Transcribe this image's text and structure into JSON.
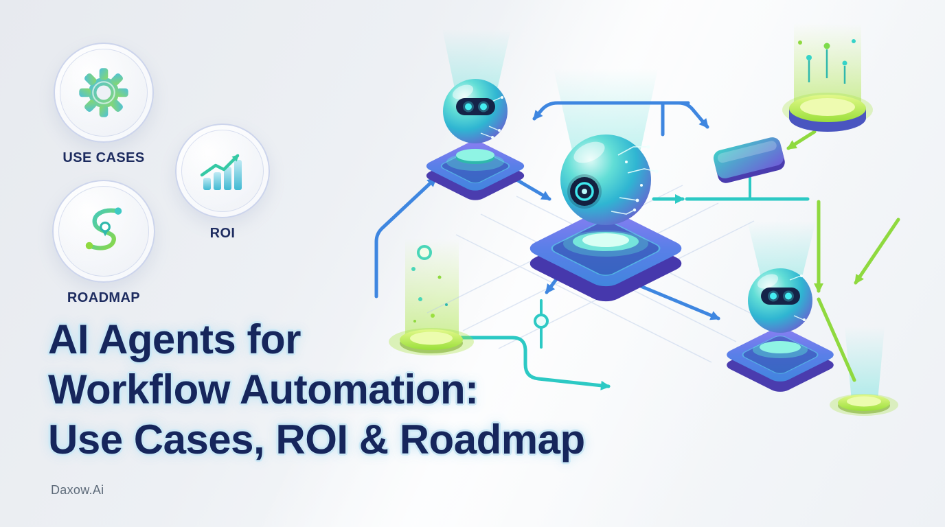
{
  "title": {
    "line1": "AI Agents for",
    "line2": "Workflow Automation:",
    "line3": "Use Cases, ROI & Roadmap",
    "color": "#16265c",
    "halo_color": "#cde9f6"
  },
  "badges": [
    {
      "label": "USE CASES",
      "icon": "gear-icon"
    },
    {
      "label": "ROI",
      "icon": "bar-chart-icon"
    },
    {
      "label": "ROADMAP",
      "icon": "winding-path-icon"
    }
  ],
  "brand": {
    "label": "Daxow.Ai"
  },
  "illustration": {
    "name": "ai-agents-workflow-diagram",
    "elements": [
      "agent-orb-left",
      "agent-orb-center",
      "agent-orb-right",
      "platform-left",
      "platform-center",
      "platform-right",
      "process-node",
      "pedestal-top-right",
      "glow-disc-left",
      "glow-disc-bottom-right",
      "light-beams",
      "connector-arrows",
      "grid-lines",
      "particle-dots"
    ],
    "colors": {
      "arrow_blue": "#3e86e0",
      "arrow_teal": "#2cc9c4",
      "arrow_green": "#8fd93f",
      "orb_teal": "#2fb5d2",
      "orb_purple": "#6f58d0",
      "platform_purple": "#8d7df2",
      "platform_blue": "#3f86dd",
      "disc_green": "#9adf3a",
      "visor_navy": "#152348",
      "eye_cyan": "#45eef2"
    }
  },
  "background": {
    "from": "#e7eaef",
    "to": "#f7f9fb"
  }
}
